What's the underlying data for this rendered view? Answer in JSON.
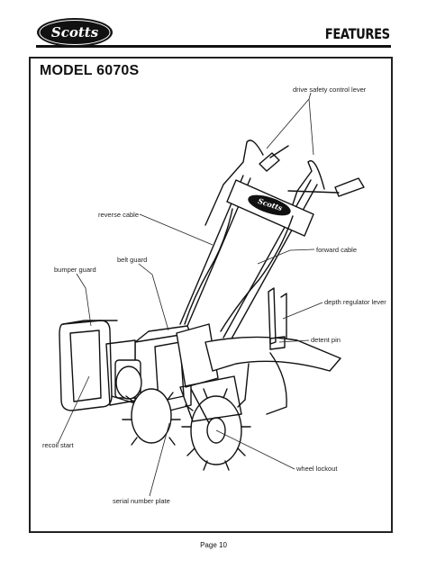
{
  "header": {
    "logo_text": "Scotts",
    "title": "FEATURES"
  },
  "model_title": "MODEL 6070S",
  "labels": {
    "drive_safety": "drive safety control lever",
    "reverse_cable": "reverse cable",
    "forward_cable": "forward cable",
    "belt_guard": "belt guard",
    "bumper_guard": "bumper guard",
    "depth_regulator": "depth regulator lever",
    "detent_pin": "detent pin",
    "recoil_start": "recoil start",
    "wheel_lockout": "wheel lockout",
    "serial_plate": "serial number plate"
  },
  "handle_logo": "Scotts",
  "footer": {
    "page": "Page 10"
  }
}
